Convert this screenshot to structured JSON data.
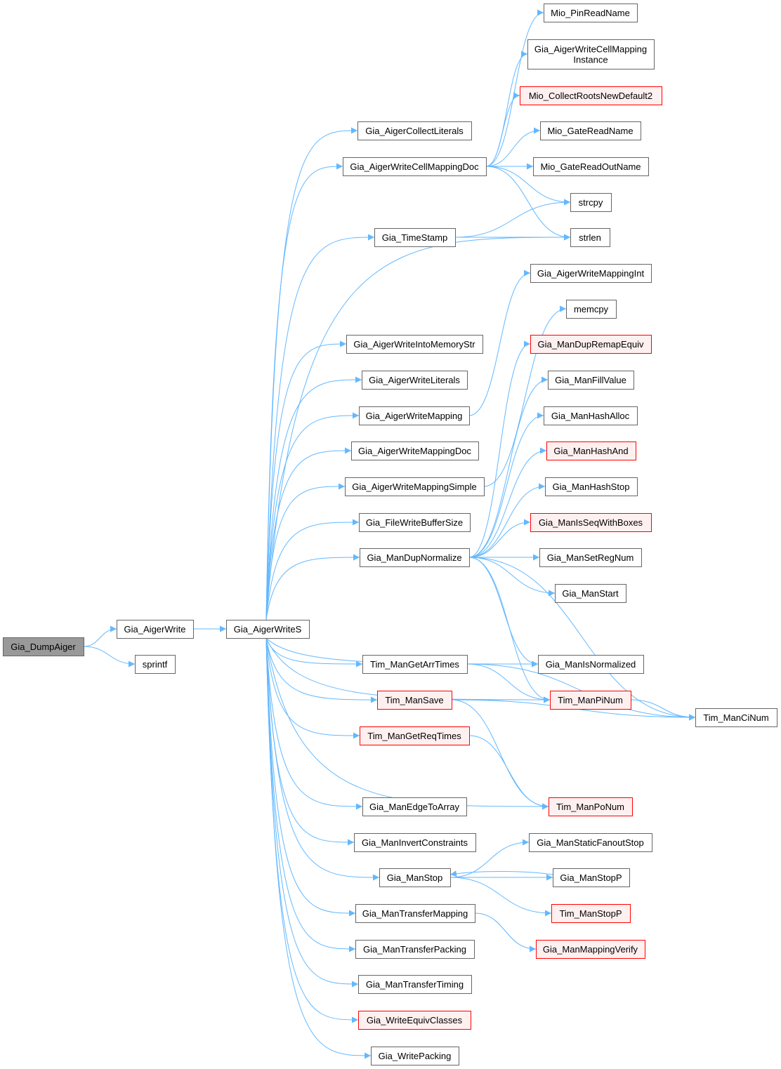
{
  "graph": {
    "title": "Gia_DumpAiger call graph",
    "colors": {
      "edge": "#63b8ff",
      "root_fill": "#999999",
      "red_border": "#ff0000",
      "red_fill": "#fff0f0"
    },
    "nodes": [
      {
        "id": "dump",
        "label": "Gia_DumpAiger",
        "style": "root"
      },
      {
        "id": "aw",
        "label": "Gia_AigerWrite",
        "style": "normal"
      },
      {
        "id": "sprintf",
        "label": "sprintf",
        "style": "normal"
      },
      {
        "id": "aws",
        "label": "Gia_AigerWriteS",
        "style": "normal"
      },
      {
        "id": "acl",
        "label": "Gia_AigerCollectLiterals",
        "style": "normal"
      },
      {
        "id": "acmd",
        "label": "Gia_AigerWriteCellMappingDoc",
        "style": "normal"
      },
      {
        "id": "ts",
        "label": "Gia_TimeStamp",
        "style": "normal"
      },
      {
        "id": "aims",
        "label": "Gia_AigerWriteIntoMemoryStr",
        "style": "normal"
      },
      {
        "id": "awl",
        "label": "Gia_AigerWriteLiterals",
        "style": "normal"
      },
      {
        "id": "awm",
        "label": "Gia_AigerWriteMapping",
        "style": "normal"
      },
      {
        "id": "awmd",
        "label": "Gia_AigerWriteMappingDoc",
        "style": "normal"
      },
      {
        "id": "awms",
        "label": "Gia_AigerWriteMappingSimple",
        "style": "normal"
      },
      {
        "id": "fwbs",
        "label": "Gia_FileWriteBufferSize",
        "style": "normal"
      },
      {
        "id": "mdn",
        "label": "Gia_ManDupNormalize",
        "style": "normal"
      },
      {
        "id": "tgat",
        "label": "Tim_ManGetArrTimes",
        "style": "normal"
      },
      {
        "id": "tsave",
        "label": "Tim_ManSave",
        "style": "red"
      },
      {
        "id": "tgrt",
        "label": "Tim_ManGetReqTimes",
        "style": "red"
      },
      {
        "id": "meta",
        "label": "Gia_ManEdgeToArray",
        "style": "normal"
      },
      {
        "id": "mic",
        "label": "Gia_ManInvertConstraints",
        "style": "normal"
      },
      {
        "id": "mstop",
        "label": "Gia_ManStop",
        "style": "normal"
      },
      {
        "id": "mtm",
        "label": "Gia_ManTransferMapping",
        "style": "normal"
      },
      {
        "id": "mtp",
        "label": "Gia_ManTransferPacking",
        "style": "normal"
      },
      {
        "id": "mtt",
        "label": "Gia_ManTransferTiming",
        "style": "normal"
      },
      {
        "id": "wec",
        "label": "Gia_WriteEquivClasses",
        "style": "red"
      },
      {
        "id": "wp",
        "label": "Gia_WritePacking",
        "style": "normal"
      },
      {
        "id": "prn",
        "label": "Mio_PinReadName",
        "style": "normal"
      },
      {
        "id": "acmi",
        "label": "Gia_AigerWriteCellMapping\nInstance",
        "style": "normal"
      },
      {
        "id": "crnd",
        "label": "Mio_CollectRootsNewDefault2",
        "style": "red"
      },
      {
        "id": "grn",
        "label": "Mio_GateReadName",
        "style": "normal"
      },
      {
        "id": "gron",
        "label": "Mio_GateReadOutName",
        "style": "normal"
      },
      {
        "id": "strcpy",
        "label": "strcpy",
        "style": "normal"
      },
      {
        "id": "strlen",
        "label": "strlen",
        "style": "normal"
      },
      {
        "id": "awmi",
        "label": "Gia_AigerWriteMappingInt",
        "style": "normal"
      },
      {
        "id": "memcpy",
        "label": "memcpy",
        "style": "normal"
      },
      {
        "id": "mdre",
        "label": "Gia_ManDupRemapEquiv",
        "style": "red"
      },
      {
        "id": "mfv",
        "label": "Gia_ManFillValue",
        "style": "normal"
      },
      {
        "id": "mha",
        "label": "Gia_ManHashAlloc",
        "style": "normal"
      },
      {
        "id": "mhand",
        "label": "Gia_ManHashAnd",
        "style": "red"
      },
      {
        "id": "mhs",
        "label": "Gia_ManHashStop",
        "style": "normal"
      },
      {
        "id": "miswb",
        "label": "Gia_ManIsSeqWithBoxes",
        "style": "red"
      },
      {
        "id": "msrn",
        "label": "Gia_ManSetRegNum",
        "style": "normal"
      },
      {
        "id": "mstart",
        "label": "Gia_ManStart",
        "style": "normal"
      },
      {
        "id": "misn",
        "label": "Gia_ManIsNormalized",
        "style": "normal"
      },
      {
        "id": "tpi",
        "label": "Tim_ManPiNum",
        "style": "red"
      },
      {
        "id": "tpo",
        "label": "Tim_ManPoNum",
        "style": "red"
      },
      {
        "id": "msfs",
        "label": "Gia_ManStaticFanoutStop",
        "style": "normal"
      },
      {
        "id": "mstopp",
        "label": "Gia_ManStopP",
        "style": "normal"
      },
      {
        "id": "tstopp",
        "label": "Tim_ManStopP",
        "style": "red"
      },
      {
        "id": "mmv",
        "label": "Gia_ManMappingVerify",
        "style": "red"
      },
      {
        "id": "tci",
        "label": "Tim_ManCiNum",
        "style": "normal"
      }
    ],
    "edges": [
      [
        "dump",
        "aw"
      ],
      [
        "dump",
        "sprintf"
      ],
      [
        "aw",
        "aws"
      ],
      [
        "aws",
        "acl"
      ],
      [
        "aws",
        "acmd"
      ],
      [
        "aws",
        "ts"
      ],
      [
        "aws",
        "strlen"
      ],
      [
        "aws",
        "aims"
      ],
      [
        "aws",
        "awl"
      ],
      [
        "aws",
        "awm"
      ],
      [
        "aws",
        "awmd"
      ],
      [
        "aws",
        "awms"
      ],
      [
        "aws",
        "fwbs"
      ],
      [
        "aws",
        "mdn"
      ],
      [
        "aws",
        "misn"
      ],
      [
        "aws",
        "tpi"
      ],
      [
        "aws",
        "tgat"
      ],
      [
        "aws",
        "tsave"
      ],
      [
        "aws",
        "tgrt"
      ],
      [
        "aws",
        "tpo"
      ],
      [
        "aws",
        "meta"
      ],
      [
        "aws",
        "mic"
      ],
      [
        "aws",
        "mstop"
      ],
      [
        "aws",
        "mtm"
      ],
      [
        "aws",
        "mtp"
      ],
      [
        "aws",
        "mtt"
      ],
      [
        "aws",
        "wec"
      ],
      [
        "aws",
        "wp"
      ],
      [
        "acmd",
        "prn"
      ],
      [
        "acmd",
        "acmi"
      ],
      [
        "acmd",
        "crnd"
      ],
      [
        "acmd",
        "grn"
      ],
      [
        "acmd",
        "gron"
      ],
      [
        "acmd",
        "strcpy"
      ],
      [
        "acmd",
        "strlen"
      ],
      [
        "ts",
        "strcpy"
      ],
      [
        "ts",
        "strlen"
      ],
      [
        "awm",
        "awmi"
      ],
      [
        "awms",
        "memcpy"
      ],
      [
        "mdn",
        "mdre"
      ],
      [
        "mdn",
        "mfv"
      ],
      [
        "mdn",
        "mha"
      ],
      [
        "mdn",
        "mhand"
      ],
      [
        "mdn",
        "mhs"
      ],
      [
        "mdn",
        "miswb"
      ],
      [
        "mdn",
        "msrn"
      ],
      [
        "mdn",
        "mstart"
      ],
      [
        "mdn",
        "misn"
      ],
      [
        "mdn",
        "tpi"
      ],
      [
        "mdn",
        "tci"
      ],
      [
        "tgat",
        "tpi"
      ],
      [
        "tgat",
        "tci"
      ],
      [
        "tsave",
        "tpi"
      ],
      [
        "tsave",
        "tpo"
      ],
      [
        "tsave",
        "tci"
      ],
      [
        "tgrt",
        "tpo"
      ],
      [
        "tpi",
        "tci"
      ],
      [
        "mstop",
        "msfs"
      ],
      [
        "mstop",
        "mstopp"
      ],
      [
        "mstop",
        "tstopp"
      ],
      [
        "mstopp",
        "mstop"
      ],
      [
        "mtm",
        "mmv"
      ]
    ]
  }
}
